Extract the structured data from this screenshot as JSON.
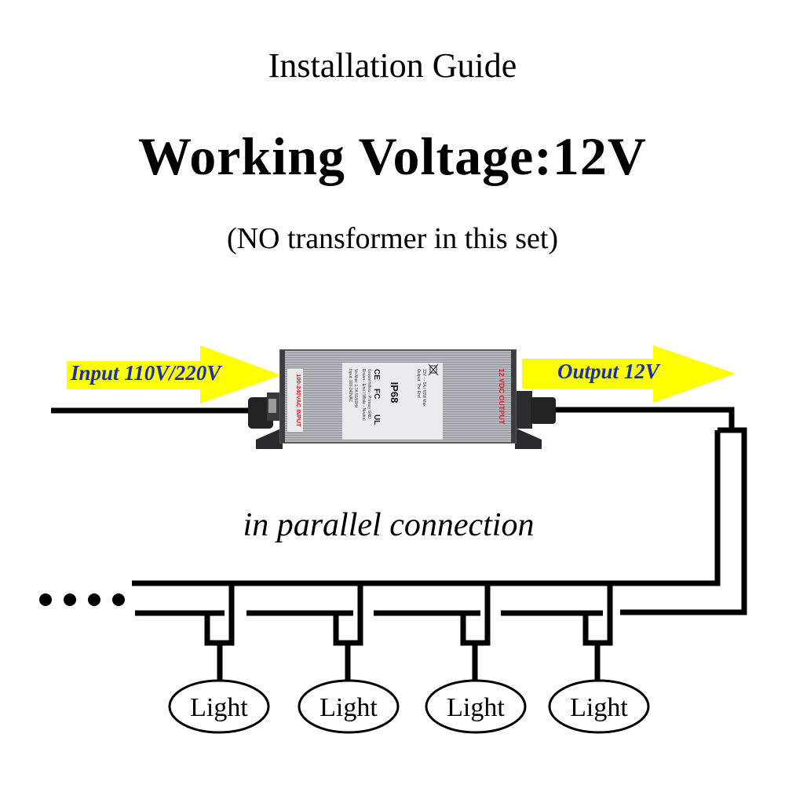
{
  "header": {
    "title": "Installation Guide",
    "voltage_heading": "Working Voltage:12V",
    "note": "(NO transformer in this set)"
  },
  "input_arrow": {
    "label": "Input 110V/220V",
    "color": "#ffff00",
    "text_color": "#1a2fb0"
  },
  "output_arrow": {
    "label": "Output 12V",
    "color": "#ffff00",
    "text_color": "#1a2fb0"
  },
  "driver": {
    "input_tag": "100-240VAC INPUT",
    "output_tag": "12 VDC OUTPUT",
    "rating": "IP68",
    "spec_lines": [
      "Input: 100-240VAC",
      "Vo Max: 1.7A 50/60Hz",
      "Brown - Line / White - Neutral",
      "Green/Yellow - Primary GND"
    ],
    "output_lines": [
      "Output: The End",
      "12V --- 5A / 60W Max"
    ],
    "cert_marks": [
      "UL",
      "FC",
      "CE"
    ]
  },
  "connection_note": "in parallel connection",
  "continuation": "....",
  "lights": [
    {
      "label": "Light"
    },
    {
      "label": "Light"
    },
    {
      "label": "Light"
    },
    {
      "label": "Light"
    }
  ]
}
